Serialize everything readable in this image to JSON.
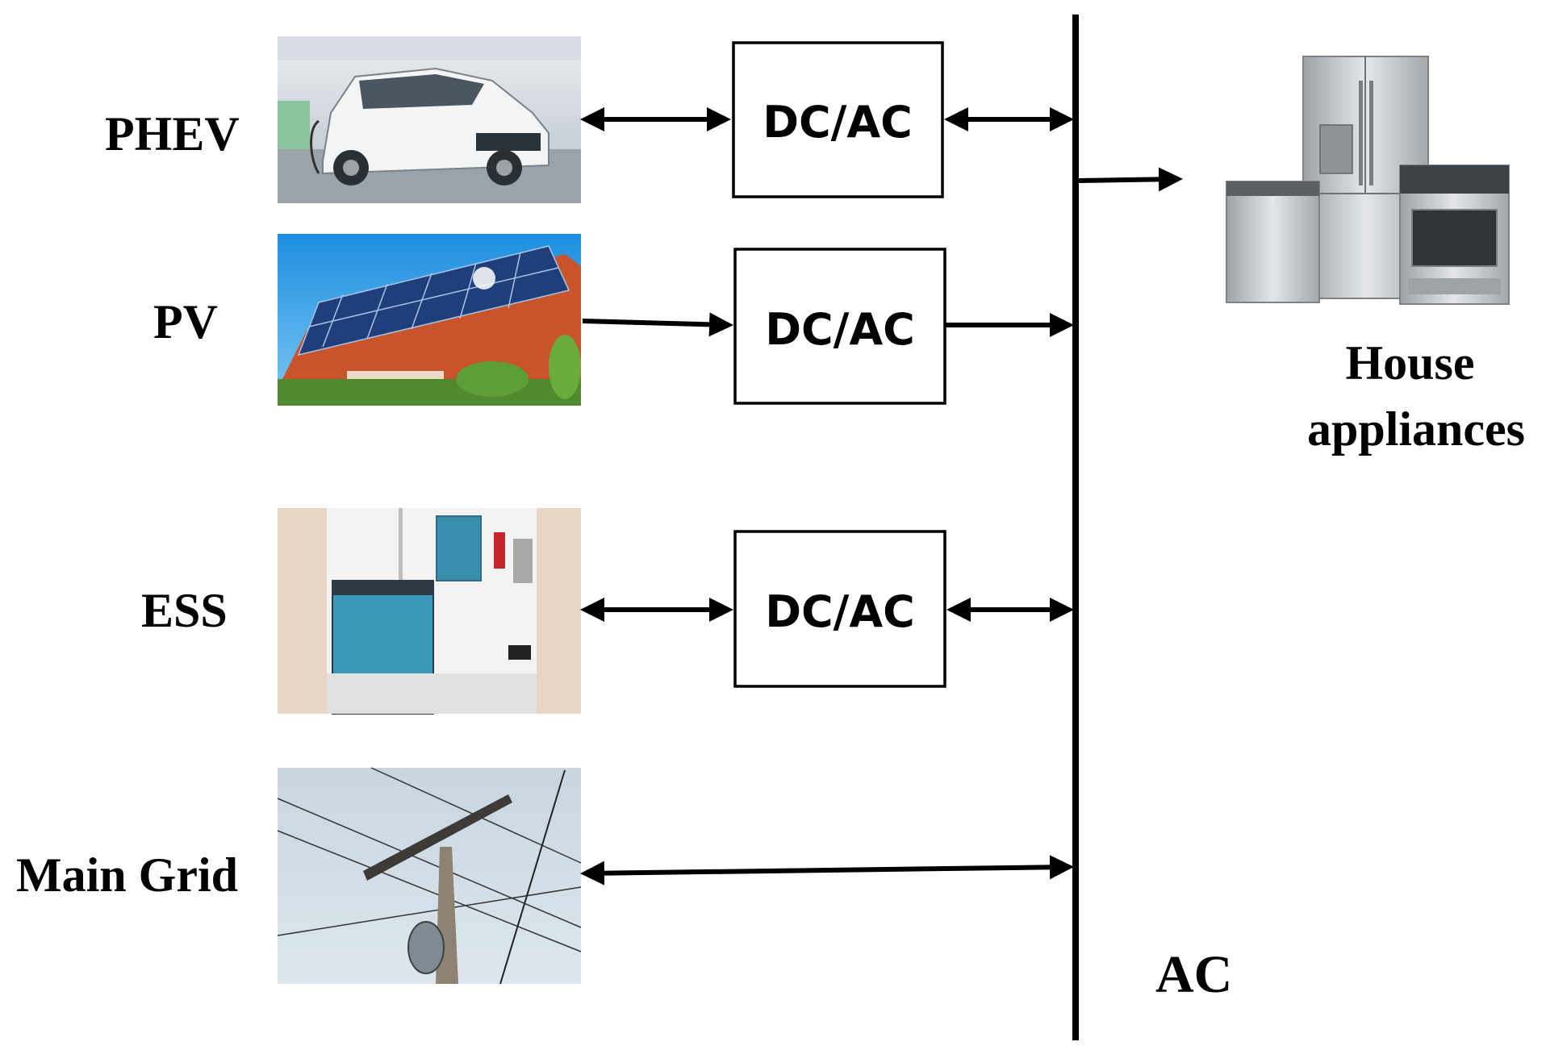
{
  "sources": [
    {
      "id": "phev",
      "label": "PHEV",
      "picture": "electric-suv-charging"
    },
    {
      "id": "pv",
      "label": "PV",
      "picture": "rooftop-solar-panels"
    },
    {
      "id": "ess",
      "label": "ESS",
      "picture": "battery-storage-cabinet"
    },
    {
      "id": "grid",
      "label": "Main Grid",
      "picture": "utility-pole-power-lines"
    }
  ],
  "converters": {
    "phev": "DC/AC",
    "pv": "DC/AC",
    "ess": "DC/AC"
  },
  "load": {
    "line1": "House",
    "line2": "appliances",
    "picture": "dishwasher-refrigerator-range"
  },
  "bus_label": "AC",
  "flows": {
    "phev": "bidirectional",
    "pv": "to-bus",
    "ess": "bidirectional",
    "grid": "bidirectional",
    "load": "from-bus"
  },
  "colors": {
    "line": "#000000",
    "sky": "#3aa0e6",
    "solar_panel": "#1f3f7a",
    "roof": "#c9532a",
    "ess_cabinet": "#3b97b6",
    "steel": "#c8cbce"
  }
}
